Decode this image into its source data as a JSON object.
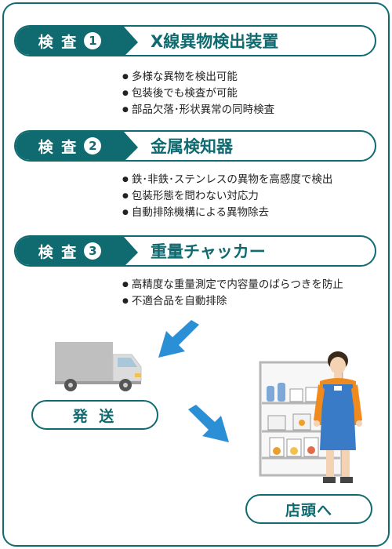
{
  "inspections": [
    {
      "tag_label": "検 査",
      "tag_number": "1",
      "title": "X線異物検出装置",
      "bullets": [
        "多様な異物を検出可能",
        "包装後でも検査が可能",
        "部品欠落･形状異常の同時検査"
      ]
    },
    {
      "tag_label": "検 査",
      "tag_number": "2",
      "title": "金属検知器",
      "bullets": [
        "鉄･非鉄･ステンレスの異物を高感度で検出",
        "包装形態を問わない対応力",
        "自動排除機構による異物除去"
      ]
    },
    {
      "tag_label": "検 査",
      "tag_number": "3",
      "title": "重量チャッカー",
      "bullets": [
        "高精度な重量測定で内容量のばらつきを防止",
        "不適合品を自動排除"
      ]
    }
  ],
  "destinations": {
    "shipping": "発 送",
    "store": "店頭へ"
  },
  "colors": {
    "primary": "#0f6b70",
    "arrow": "#2b8fd6",
    "apron": "#3a7bc8",
    "shirt": "#f08a1c"
  },
  "icons": [
    "truck-icon",
    "arrow-down-left-icon",
    "arrow-down-right-icon",
    "store-shelf-icon",
    "shop-clerk-icon"
  ]
}
